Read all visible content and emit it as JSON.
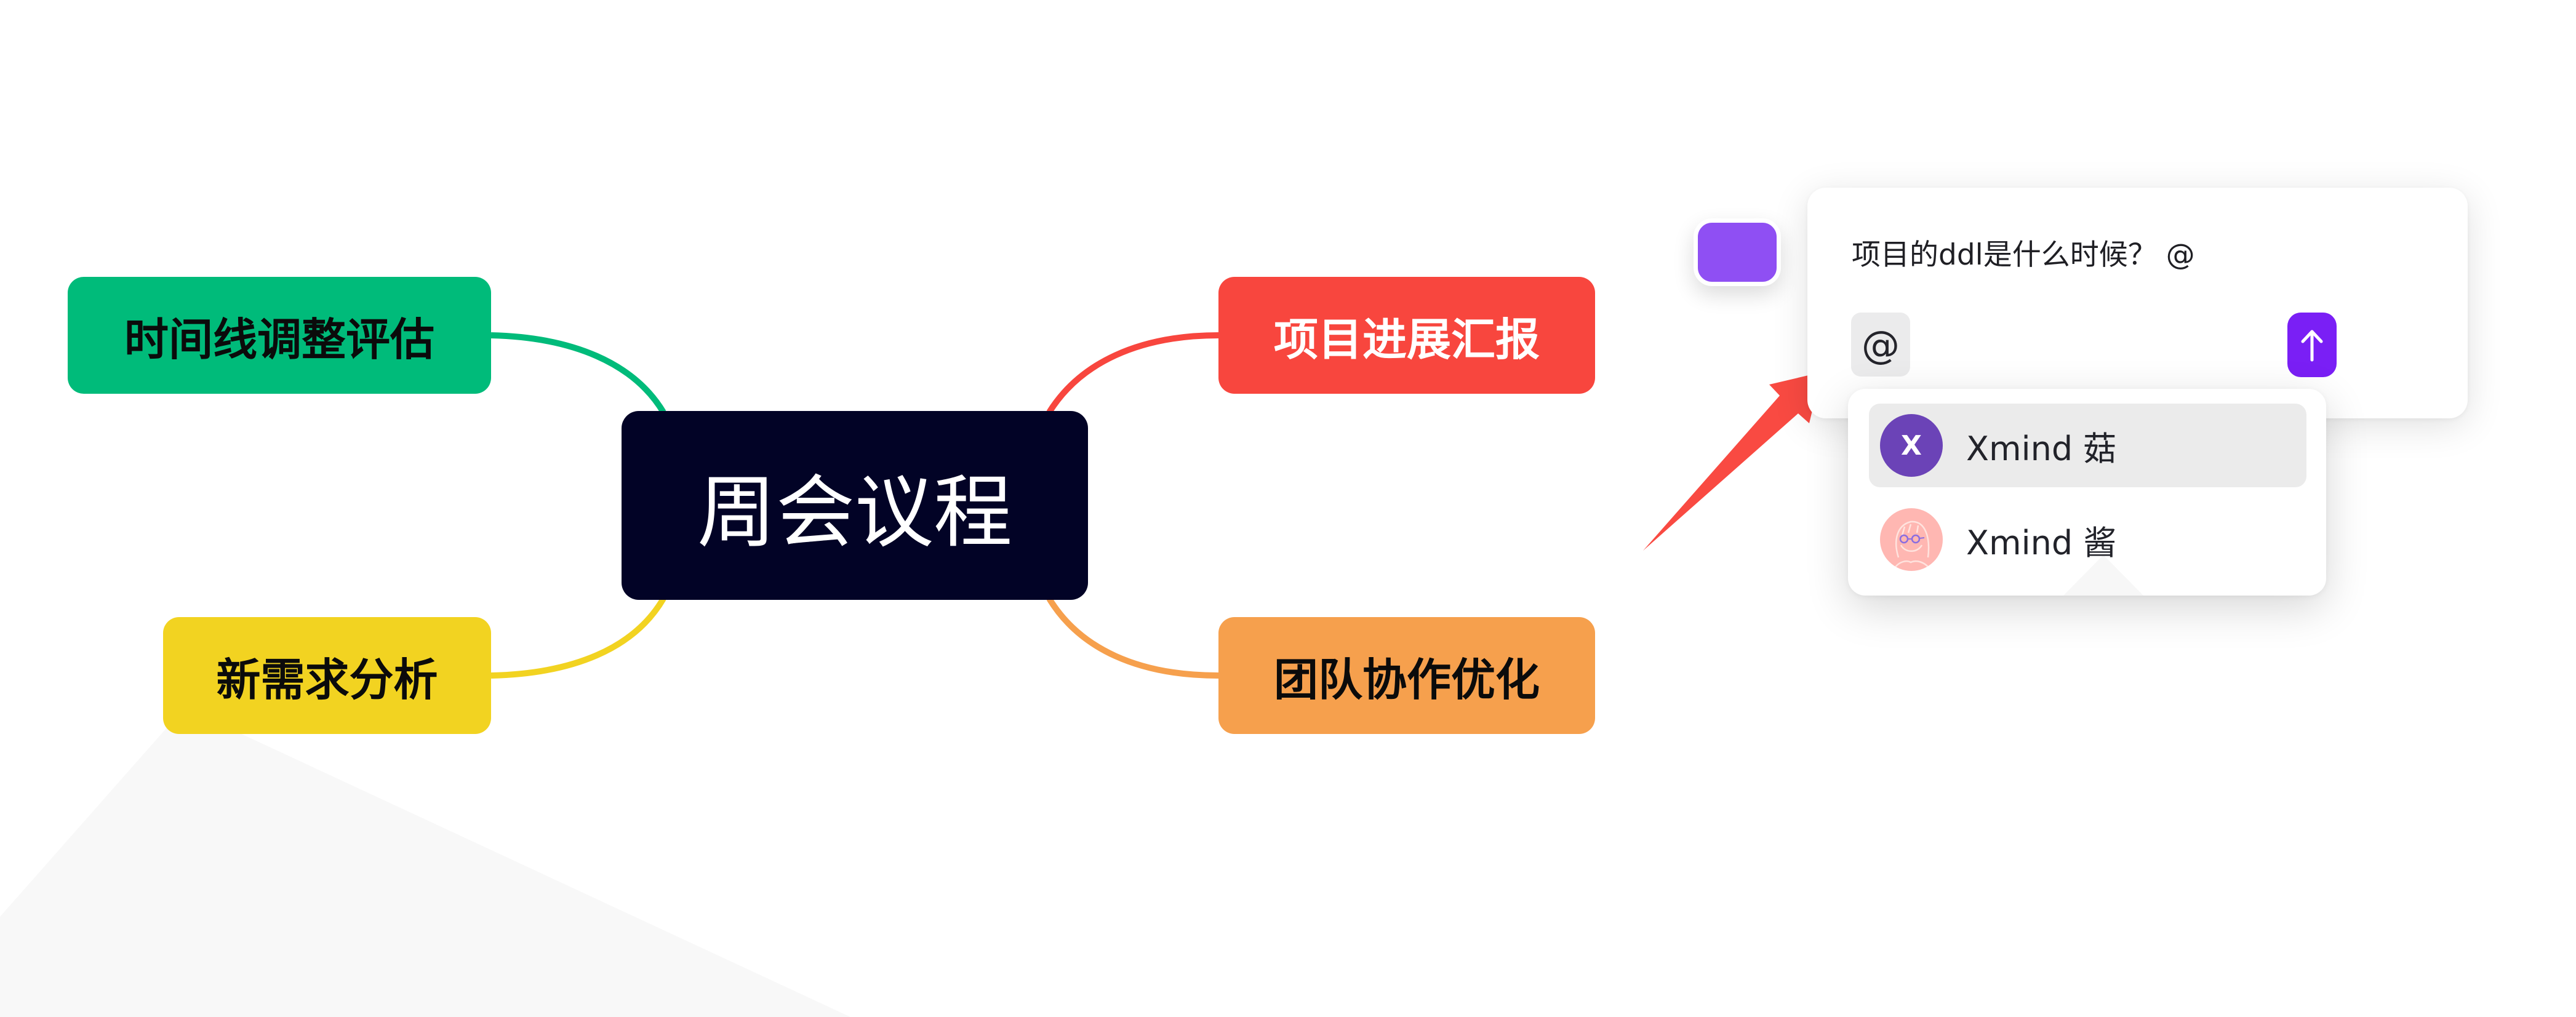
{
  "mindmap": {
    "central": {
      "label": "周会议程",
      "bg": "#020326",
      "color": "#ffffff"
    },
    "topics": [
      {
        "id": "timeline",
        "label": "时间线调整评估",
        "bg": "#00bb7a",
        "color": "#0b0b0b",
        "line": "#00bb7a"
      },
      {
        "id": "requirements",
        "label": "新需求分析",
        "bg": "#f2d321",
        "color": "#0b0b0b",
        "line": "#f2d321"
      },
      {
        "id": "progress",
        "label": "项目进展汇报",
        "bg": "#f8463e",
        "color": "#ffffff",
        "line": "#f8463e"
      },
      {
        "id": "teamwork",
        "label": "团队协作优化",
        "bg": "#f6a04d",
        "color": "#0b0b0b",
        "line": "#f6a04d"
      }
    ]
  },
  "comment": {
    "user_avatar_color": "#8f4ff3",
    "input_text": "项目的ddl是什么时候？ @",
    "mention_button_label": "@",
    "send_icon": "arrow-up-icon",
    "send_color": "#7a1ff5"
  },
  "mention_dropdown": {
    "items": [
      {
        "name": "Xmind 菇",
        "avatar_letter": "X",
        "avatar_color": "#6b43b7",
        "highlighted": true
      },
      {
        "name": "Xmind 酱",
        "avatar_kind": "illustration",
        "avatar_color": "#ffb7b2",
        "highlighted": false
      }
    ]
  },
  "annotation": {
    "arrow_color": "#f94a42"
  },
  "background": {
    "triangle_color": "#f8f8f8"
  }
}
